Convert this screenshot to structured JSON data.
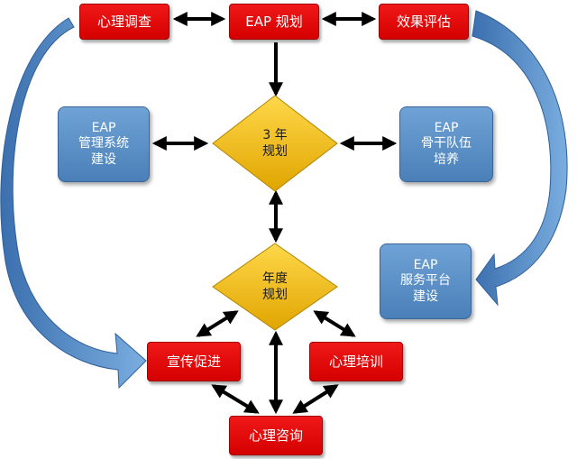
{
  "nodes": {
    "survey": "心理调查",
    "eap_plan": "EAP 规划",
    "evaluation": "效果评估",
    "mgmt_system": [
      "EAP",
      "管理系统",
      "建设"
    ],
    "backbone": [
      "EAP",
      "骨干队伍",
      "培养"
    ],
    "three_year": [
      "3 年",
      "规划"
    ],
    "annual": [
      "年度",
      "规划"
    ],
    "service_platform": [
      "EAP",
      "服务平台",
      "建设"
    ],
    "promotion": "宣传促进",
    "training": "心理培训",
    "consulting": "心理咨询"
  },
  "colors": {
    "red_box": "#e00000",
    "blue_box": "#5b8fc7",
    "diamond": "#f2b800",
    "curved_arrow": "#4a7fb8",
    "connector": "#000000"
  }
}
